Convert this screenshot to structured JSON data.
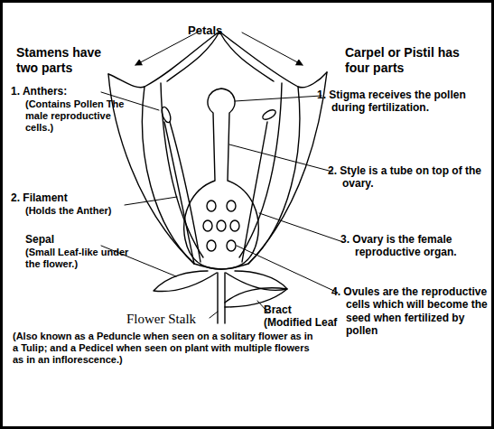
{
  "diagram": {
    "labels": [
      "Petals",
      "Stamens have two parts",
      "Carpel or Pistil has four parts",
      "1. Anthers:",
      "(Contains Pollen The male reproductive cells.)",
      "1. Stigma receives the pollen during fertilization.",
      "2. Filament",
      "(Holds the Anther)",
      "2. Style is a tube on top of the ovary.",
      "Sepal",
      "(Small Leaf-like under the flower.)",
      "3. Ovary is the female reproductive organ.",
      "4. Ovules are the reproductive cells which will become the seed when fertilized by pollen",
      "Flower Stalk",
      "Bract",
      "(Modified Leaf",
      "(Also known as a Peduncle when seen on a solitary flower as in a Tulip; and a Pedicel when seen on plant with multiple flowers as in an inflorescence.)"
    ]
  }
}
